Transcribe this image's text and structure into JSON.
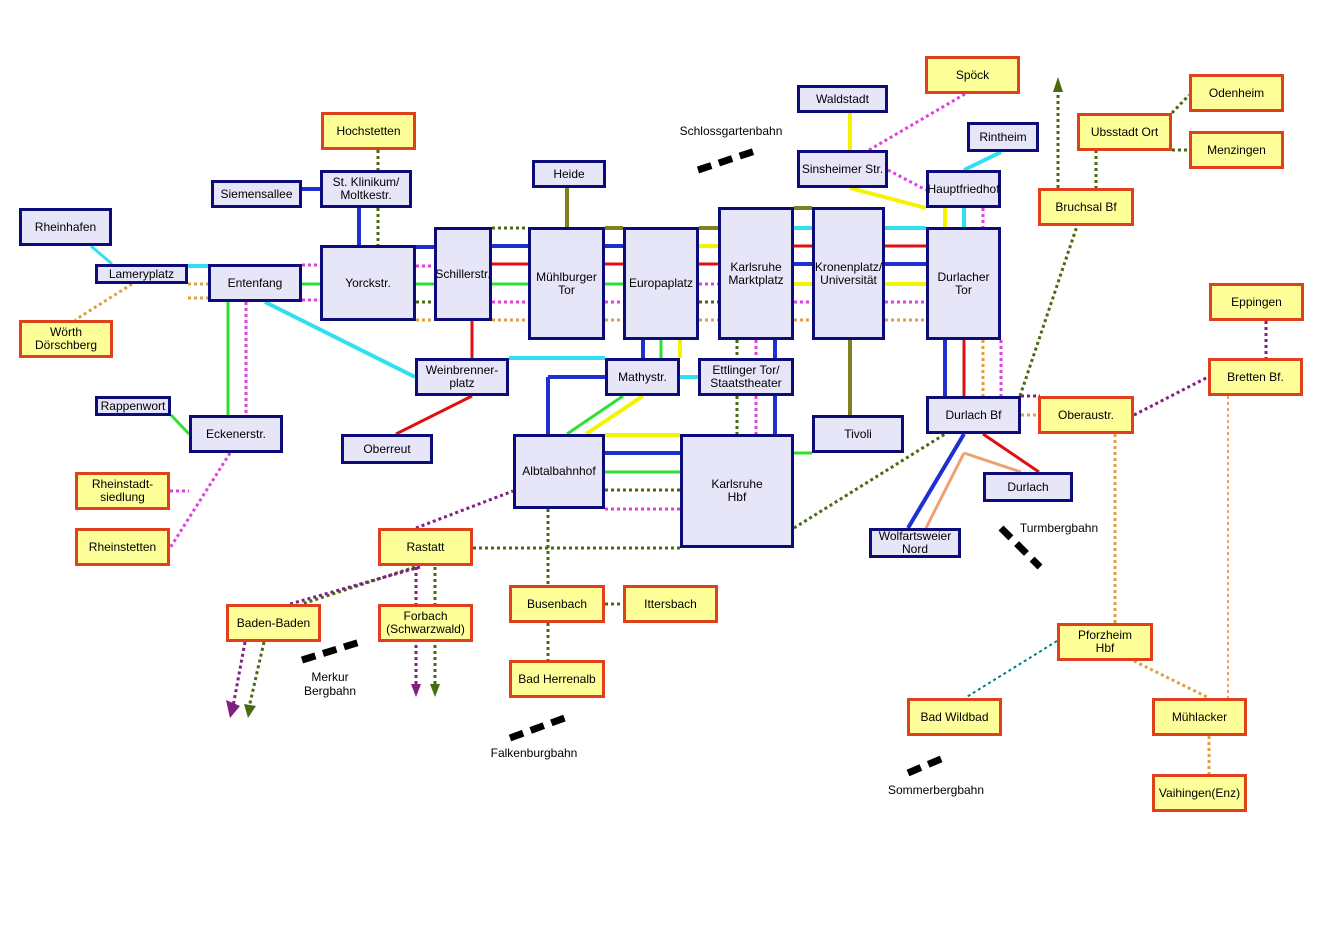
{
  "colors": {
    "city_fill": "#e6e6f8",
    "city_border": "#0b0b7a",
    "region_fill": "#ffff99",
    "region_border": "#e0401a",
    "blue": "#1f2fd0",
    "red": "#e01010",
    "green": "#30e030",
    "yellow": "#f4f400",
    "cyan": "#30e0f0",
    "olive": "#808020",
    "magenta": "#e040e0",
    "orange": "#e0a040",
    "darkgreen": "#4a6a10",
    "purple": "#802080",
    "salmon": "#f0a070"
  },
  "nodes": [
    {
      "id": "hochstetten",
      "label": "Hochstetten",
      "type": "region"
    },
    {
      "id": "stklinikum",
      "label": "St. Klinikum/\nMoltkestr.",
      "type": "city"
    },
    {
      "id": "siemensallee",
      "label": "Siemensallee",
      "type": "city"
    },
    {
      "id": "rheinhafen",
      "label": "Rheinhafen",
      "type": "city"
    },
    {
      "id": "lameryplatz",
      "label": "Lameryplatz",
      "type": "city"
    },
    {
      "id": "entenfang",
      "label": "Entenfang",
      "type": "city"
    },
    {
      "id": "yorckstr",
      "label": "Yorckstr.",
      "type": "city"
    },
    {
      "id": "schillerstr",
      "label": "Schillerstr.",
      "type": "city"
    },
    {
      "id": "heide",
      "label": "Heide",
      "type": "city"
    },
    {
      "id": "muehlburgertor",
      "label": "Mühlburger\nTor",
      "type": "city"
    },
    {
      "id": "europaplatz",
      "label": "Europaplatz",
      "type": "city"
    },
    {
      "id": "marktplatz",
      "label": "Karlsruhe\nMarktplatz",
      "type": "city"
    },
    {
      "id": "kronenplatz",
      "label": "Kronenplatz/\nUniversität",
      "type": "city"
    },
    {
      "id": "durlachertor",
      "label": "Durlacher Tor",
      "type": "city"
    },
    {
      "id": "waldstadt",
      "label": "Waldstadt",
      "type": "city"
    },
    {
      "id": "spoeck",
      "label": "Spöck",
      "type": "region"
    },
    {
      "id": "sinsheimer",
      "label": "Sinsheimer Str.",
      "type": "city"
    },
    {
      "id": "rintheim",
      "label": "Rintheim",
      "type": "city"
    },
    {
      "id": "hauptfriedhof",
      "label": "Hauptfriedhof",
      "type": "city"
    },
    {
      "id": "bruchsal",
      "label": "Bruchsal Bf",
      "type": "region"
    },
    {
      "id": "ubstadt",
      "label": "Ubsstadt Ort",
      "type": "region"
    },
    {
      "id": "odenheim",
      "label": "Odenheim",
      "type": "region"
    },
    {
      "id": "menzingen",
      "label": "Menzingen",
      "type": "region"
    },
    {
      "id": "woerth",
      "label": "Wörth\nDörschberg",
      "type": "region"
    },
    {
      "id": "weinbrenner",
      "label": "Weinbrenner-\nplatz",
      "type": "city"
    },
    {
      "id": "mathystr",
      "label": "Mathystr.",
      "type": "city"
    },
    {
      "id": "ettlingertor",
      "label": "Ettlinger Tor/\nStaatstheater",
      "type": "city"
    },
    {
      "id": "rappenwort",
      "label": "Rappenwort",
      "type": "city"
    },
    {
      "id": "eckenerstr",
      "label": "Eckenerstr.",
      "type": "city"
    },
    {
      "id": "oberreut",
      "label": "Oberreut",
      "type": "city"
    },
    {
      "id": "albtalbahnhof",
      "label": "Albtalbahnhof",
      "type": "city"
    },
    {
      "id": "hbf",
      "label": "Karlsruhe\nHbf",
      "type": "city"
    },
    {
      "id": "tivoli",
      "label": "Tivoli",
      "type": "city"
    },
    {
      "id": "durlachbf",
      "label": "Durlach Bf",
      "type": "city"
    },
    {
      "id": "oberaustr",
      "label": "Oberaustr.",
      "type": "region"
    },
    {
      "id": "eppingen",
      "label": "Eppingen",
      "type": "region"
    },
    {
      "id": "bretten",
      "label": "Bretten Bf.",
      "type": "region"
    },
    {
      "id": "durlach",
      "label": "Durlach",
      "type": "city"
    },
    {
      "id": "wolfartsweier",
      "label": "Wolfartsweier\nNord",
      "type": "city"
    },
    {
      "id": "rheinstadt",
      "label": "Rheinstadt-\nsiedlung",
      "type": "region"
    },
    {
      "id": "rheinstetten",
      "label": "Rheinstetten",
      "type": "region"
    },
    {
      "id": "rastatt",
      "label": "Rastatt",
      "type": "region"
    },
    {
      "id": "badenbaden",
      "label": "Baden-Baden",
      "type": "region"
    },
    {
      "id": "forbach",
      "label": "Forbach\n(Schwarzwald)",
      "type": "region"
    },
    {
      "id": "busenbach",
      "label": "Busenbach",
      "type": "region"
    },
    {
      "id": "ittersbach",
      "label": "Ittersbach",
      "type": "region"
    },
    {
      "id": "badherrenalb",
      "label": "Bad Herrenalb",
      "type": "region"
    },
    {
      "id": "pforzheim",
      "label": "Pforzheim\nHbf",
      "type": "region"
    },
    {
      "id": "badwildbad",
      "label": "Bad Wildbad",
      "type": "region"
    },
    {
      "id": "muehlacker",
      "label": "Mühlacker",
      "type": "region"
    },
    {
      "id": "vaihingen",
      "label": "Vaihingen(Enz)",
      "type": "region"
    }
  ],
  "annotations": [
    {
      "id": "schlossgartenbahn",
      "text": "Schlossgartenbahn"
    },
    {
      "id": "turmbergbahn",
      "text": "Turmbergbahn"
    },
    {
      "id": "merkur",
      "text": "Merkur\nBergbahn"
    },
    {
      "id": "falkenburgbahn",
      "text": "Falkenburgbahn"
    },
    {
      "id": "sommerbergbahn",
      "text": "Sommerbergbahn"
    }
  ]
}
